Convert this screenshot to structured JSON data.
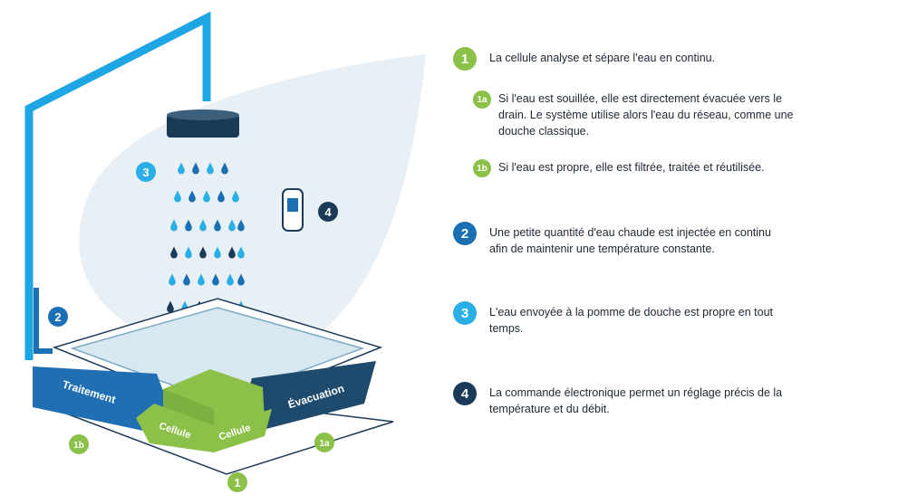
{
  "colors": {
    "green": "#8cc149",
    "dark_blue": "#1b6fb3",
    "light_blue": "#29aee6",
    "navy": "#1b3a57",
    "band_blue": "#1f6fb2",
    "band_navy": "#1d4a6d",
    "leaf": "#e8f0f6",
    "frame": "#1ea6e4"
  },
  "diagram": {
    "labels": {
      "traitement": "Traitement",
      "cellule_left": "Cellule",
      "cellule_right": "Cellule",
      "evacuation": "Évacuation"
    },
    "badges": {
      "b3": "3",
      "b4": "4",
      "b2": "2",
      "b1b": "1b",
      "b1a": "1a",
      "b1": "1"
    }
  },
  "legend": {
    "item1": {
      "badge": "1",
      "text": "La cellule analyse et sépare l'eau en continu."
    },
    "item1a": {
      "badge": "1a",
      "lines": [
        "Si l'eau est souillée, elle est directement évacuée vers le",
        "drain. Le système utilise alors l'eau du réseau, comme une",
        "douche classique."
      ]
    },
    "item1b": {
      "badge": "1b",
      "text": "Si l'eau est propre, elle est filtrée, traitée et réutilisée."
    },
    "item2": {
      "badge": "2",
      "lines": [
        "Une petite quantité d'eau chaude est injectée en continu",
        "afin de maintenir une température constante."
      ]
    },
    "item3": {
      "badge": "3",
      "lines": [
        "L'eau envoyée à la pomme de douche est propre en tout",
        "temps."
      ]
    },
    "item4": {
      "badge": "4",
      "lines": [
        "La commande électronique permet un réglage précis de la",
        "température et du débit."
      ]
    }
  }
}
